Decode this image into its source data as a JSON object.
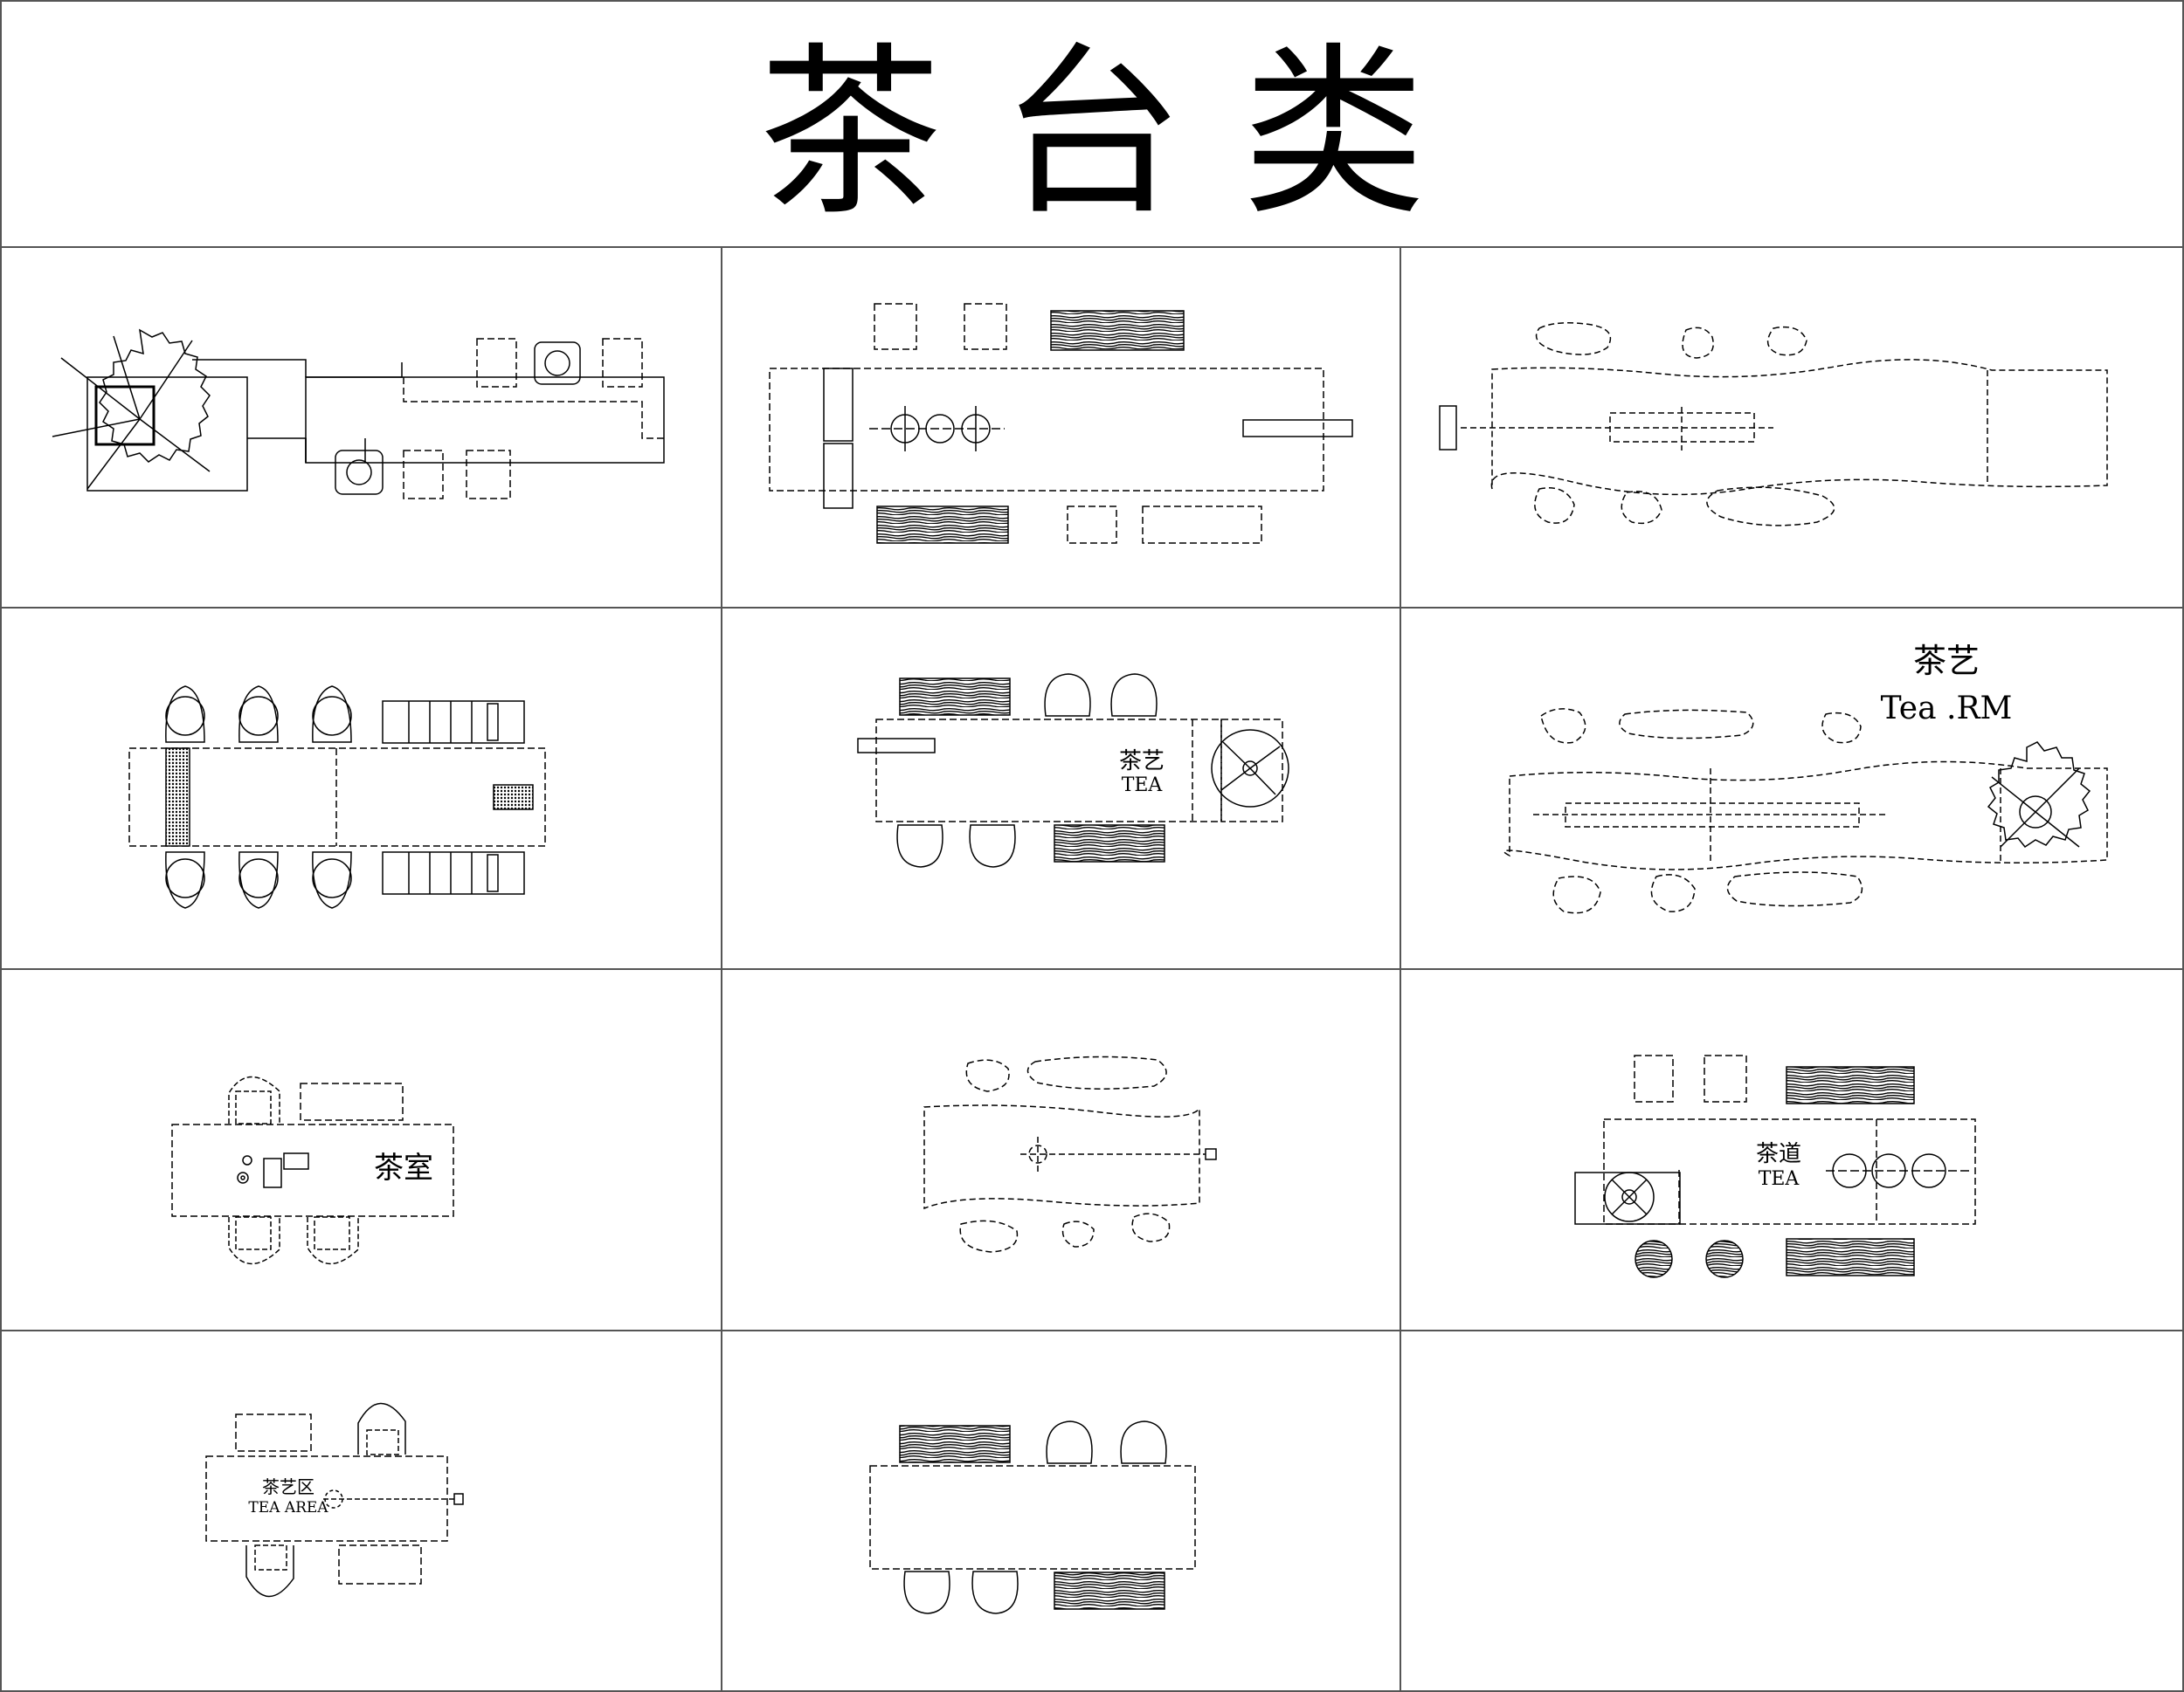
{
  "title": "茶 台 类",
  "labels": {
    "tea_art_tea": [
      "茶艺",
      "TEA"
    ],
    "tea_art_room": [
      "茶艺",
      "Tea .RM"
    ],
    "tea_room": "茶室",
    "tea_way": [
      "茶道",
      "TEA"
    ],
    "tea_area": [
      "茶艺区",
      "TEA AREA"
    ]
  },
  "colors": {
    "line": "#000000",
    "grid": "#555555",
    "background": "#ffffff"
  }
}
